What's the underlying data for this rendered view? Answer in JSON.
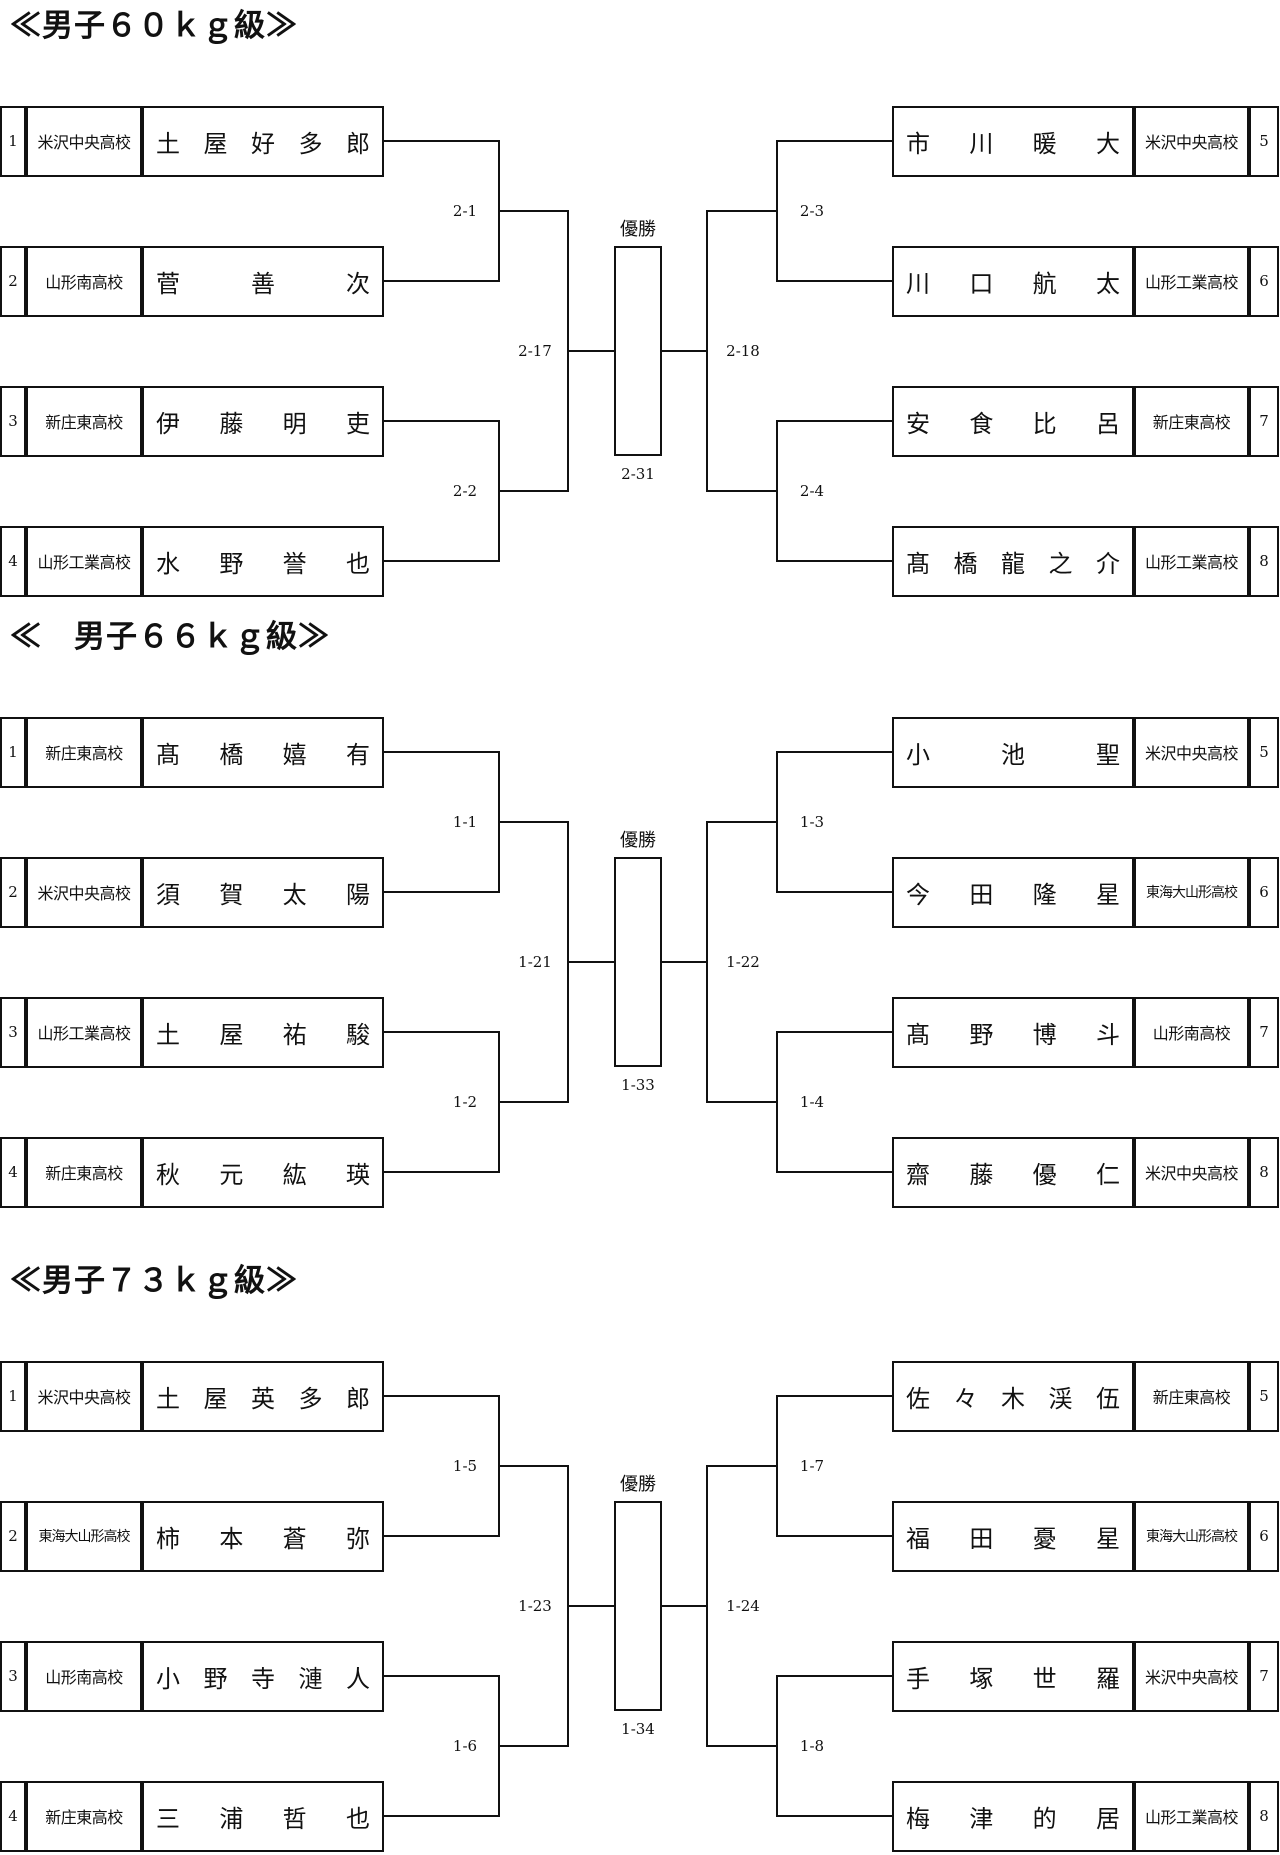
{
  "brackets": [
    {
      "title": "≪男子６０ｋｇ級≫",
      "champion_label": "優勝",
      "final": "2-31",
      "semis": {
        "left": "2-17",
        "right": "2-18"
      },
      "quarters": {
        "left_top": "2-1",
        "left_bottom": "2-2",
        "right_top": "2-3",
        "right_bottom": "2-4"
      },
      "left": [
        {
          "seed": "1",
          "school": "米沢中央高校",
          "name": [
            "土",
            "屋",
            "好",
            "多",
            "郎"
          ]
        },
        {
          "seed": "2",
          "school": "山形南高校",
          "name": [
            "菅",
            "善",
            "次"
          ]
        },
        {
          "seed": "3",
          "school": "新庄東高校",
          "name": [
            "伊",
            "藤",
            "明",
            "吏"
          ]
        },
        {
          "seed": "4",
          "school": "山形工業高校",
          "name": [
            "水",
            "野",
            "誉",
            "也"
          ]
        }
      ],
      "right": [
        {
          "seed": "5",
          "school": "米沢中央高校",
          "name": [
            "市",
            "川",
            "暖",
            "大"
          ]
        },
        {
          "seed": "6",
          "school": "山形工業高校",
          "name": [
            "川",
            "口",
            "航",
            "太"
          ]
        },
        {
          "seed": "7",
          "school": "新庄東高校",
          "name": [
            "安",
            "食",
            "比",
            "呂"
          ]
        },
        {
          "seed": "8",
          "school": "山形工業高校",
          "name": [
            "髙",
            "橋",
            "龍",
            "之",
            "介"
          ]
        }
      ]
    },
    {
      "title": "≪　男子６６ｋｇ級≫",
      "champion_label": "優勝",
      "final": "1-33",
      "semis": {
        "left": "1-21",
        "right": "1-22"
      },
      "quarters": {
        "left_top": "1-1",
        "left_bottom": "1-2",
        "right_top": "1-3",
        "right_bottom": "1-4"
      },
      "left": [
        {
          "seed": "1",
          "school": "新庄東高校",
          "name": [
            "髙",
            "橋",
            "嬉",
            "有"
          ]
        },
        {
          "seed": "2",
          "school": "米沢中央高校",
          "name": [
            "須",
            "賀",
            "太",
            "陽"
          ]
        },
        {
          "seed": "3",
          "school": "山形工業高校",
          "name": [
            "土",
            "屋",
            "祐",
            "駿"
          ]
        },
        {
          "seed": "4",
          "school": "新庄東高校",
          "name": [
            "秋",
            "元",
            "紘",
            "瑛"
          ]
        }
      ],
      "right": [
        {
          "seed": "5",
          "school": "米沢中央高校",
          "name": [
            "小",
            "池",
            "聖"
          ]
        },
        {
          "seed": "6",
          "school": "東海大山形高校",
          "name": [
            "今",
            "田",
            "隆",
            "星"
          ]
        },
        {
          "seed": "7",
          "school": "山形南高校",
          "name": [
            "髙",
            "野",
            "博",
            "斗"
          ]
        },
        {
          "seed": "8",
          "school": "米沢中央高校",
          "name": [
            "齋",
            "藤",
            "優",
            "仁"
          ]
        }
      ]
    },
    {
      "title": "≪男子７３ｋｇ級≫",
      "champion_label": "優勝",
      "final": "1-34",
      "semis": {
        "left": "1-23",
        "right": "1-24"
      },
      "quarters": {
        "left_top": "1-5",
        "left_bottom": "1-6",
        "right_top": "1-7",
        "right_bottom": "1-8"
      },
      "left": [
        {
          "seed": "1",
          "school": "米沢中央高校",
          "name": [
            "土",
            "屋",
            "英",
            "多",
            "郎"
          ]
        },
        {
          "seed": "2",
          "school": "東海大山形高校",
          "name": [
            "柿",
            "本",
            "蒼",
            "弥"
          ]
        },
        {
          "seed": "3",
          "school": "山形南高校",
          "name": [
            "小",
            "野",
            "寺",
            "漣",
            "人"
          ]
        },
        {
          "seed": "4",
          "school": "新庄東高校",
          "name": [
            "三",
            "浦",
            "哲",
            "也"
          ]
        }
      ],
      "right": [
        {
          "seed": "5",
          "school": "新庄東高校",
          "name": [
            "佐",
            "々",
            "木",
            "渓",
            "伍"
          ]
        },
        {
          "seed": "6",
          "school": "東海大山形高校",
          "name": [
            "福",
            "田",
            "憂",
            "星"
          ]
        },
        {
          "seed": "7",
          "school": "米沢中央高校",
          "name": [
            "手",
            "塚",
            "世",
            "羅"
          ]
        },
        {
          "seed": "8",
          "school": "山形工業高校",
          "name": [
            "梅",
            "津",
            "的",
            "居"
          ]
        }
      ]
    }
  ]
}
